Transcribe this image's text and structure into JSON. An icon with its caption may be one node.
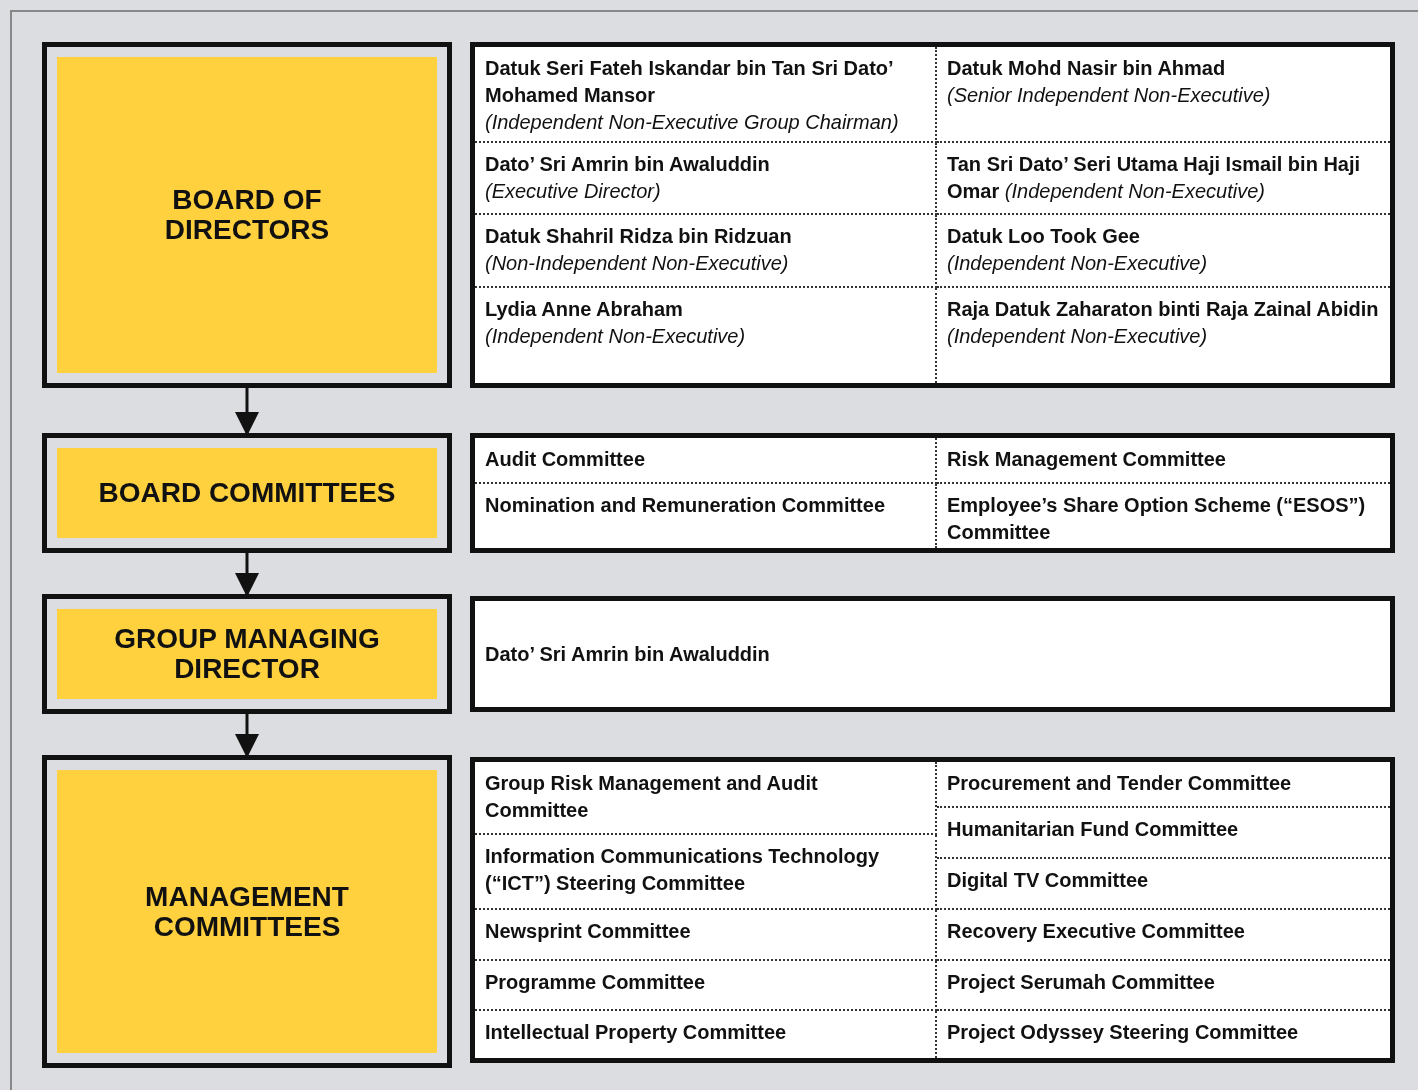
{
  "diagram": {
    "nodes": [
      {
        "text": [
          "BOARD OF DIRECTORS"
        ]
      },
      {
        "text": [],
        "shape": "box"
      },
      {
        "text": [
          "Datuk Seri Fateh Iskandar bin Tan Sri Dato’ Mohamed Mansor",
          "(Independent Non-Executive Group Chairman)"
        ],
        "in": 1
      },
      {
        "text": [
          "Datuk Mohd Nasir bin Ahmad",
          "(Senior Independent Non-Executive)"
        ],
        "in": 1
      },
      {
        "text": [
          "Dato’ Sri Amrin bin Awaluddin",
          "(Executive Director)"
        ],
        "in": 1
      },
      {
        "text": [
          "Tan Sri Dato’ Seri Utama Haji Ismail bin Haji Omar",
          "(Independent Non-Executive)"
        ],
        "in": 1
      },
      {
        "text": [
          "Datuk Shahril Ridza bin Ridzuan",
          "(Non-Independent Non-Executive)"
        ],
        "in": 1
      },
      {
        "text": [
          "Datuk Loo Took Gee",
          "(Independent Non-Executive)"
        ],
        "in": 1
      },
      {
        "text": [
          "Lydia Anne Abraham",
          "(Independent Non-Executive)"
        ],
        "in": 1
      },
      {
        "text": [
          "Raja Datuk Zaharaton binti Raja Zainal Abidin",
          "(Independent Non-Executive)"
        ],
        "in": 1
      },
      {
        "text": [
          "BOARD COMMITTEES"
        ]
      },
      {
        "text": [],
        "shape": "box"
      },
      {
        "text": [
          "Audit Committee"
        ],
        "in": 11
      },
      {
        "text": [
          "Risk Management Committee"
        ],
        "in": 11
      },
      {
        "text": [
          "Nomination and Remuneration Committee"
        ],
        "in": 11
      },
      {
        "text": [
          "Employee’s Share Option Scheme (“ESOS”) Committee"
        ],
        "in": 11
      },
      {
        "text": [
          "GROUP MANAGING DIRECTOR"
        ]
      },
      {
        "text": [
          "Dato’ Sri Amrin bin Awaluddin"
        ]
      },
      {
        "text": [
          "MANAGEMENT COMMITTEES"
        ]
      },
      {
        "text": [],
        "shape": "box"
      },
      {
        "text": [
          "Group Risk Management and Audit Committee"
        ],
        "in": 19
      },
      {
        "text": [
          "Information Communications Technology (“ICT”) Steering Committee"
        ],
        "in": 19
      },
      {
        "text": [
          "Newsprint Committee"
        ],
        "in": 19
      },
      {
        "text": [
          "Programme Committee"
        ],
        "in": 19
      },
      {
        "text": [
          "Intellectual Property Committee"
        ],
        "in": 19
      },
      {
        "text": [
          "Procurement and Tender Committee"
        ],
        "in": 19
      },
      {
        "text": [
          "Humanitarian Fund Committee"
        ],
        "in": 19
      },
      {
        "text": [
          "Digital TV Committee"
        ],
        "in": 19
      },
      {
        "text": [
          "Recovery Executive Committee"
        ],
        "in": 19
      },
      {
        "text": [
          "Project Serumah Committee"
        ],
        "in": 19
      },
      {
        "text": [
          "Project Odyssey Steering Committee"
        ],
        "in": 19
      }
    ],
    "edges": [
      {
        "from": 0,
        "to": 10,
        "arrow": "to"
      },
      {
        "from": 10,
        "to": 16,
        "arrow": "to"
      },
      {
        "from": 16,
        "to": 18,
        "arrow": "to"
      }
    ]
  }
}
